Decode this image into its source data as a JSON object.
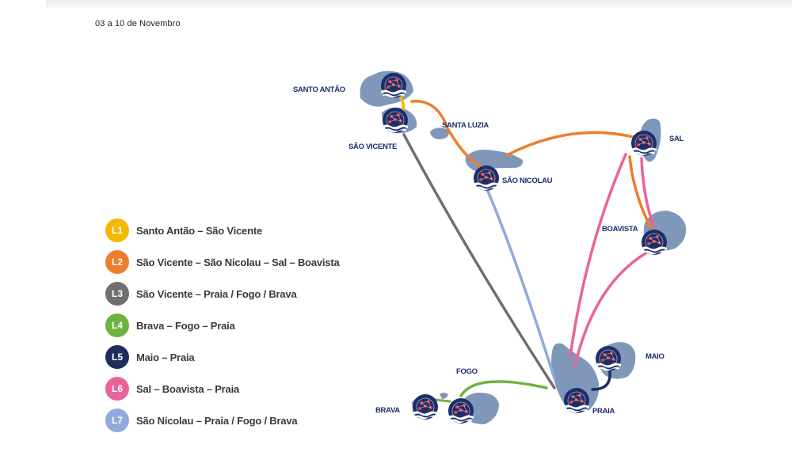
{
  "header": {
    "date_range": "03 a 10 de Novembro"
  },
  "colors": {
    "L1": "#f5b800",
    "L2": "#ec7e2d",
    "L3": "#6f6f6f",
    "L4": "#6db33f",
    "L5": "#1f2d5c",
    "L6": "#e9639a",
    "L7": "#8faadb",
    "island": "#7f97b9",
    "port_icon": "#1d2f6b"
  },
  "legend": [
    {
      "code": "L1",
      "route": "Santo Antão – São Vicente"
    },
    {
      "code": "L2",
      "route": "São Vicente – São Nicolau – Sal – Boavista"
    },
    {
      "code": "L3",
      "route": "São Vicente – Praia / Fogo / Brava"
    },
    {
      "code": "L4",
      "route": "Brava – Fogo – Praia"
    },
    {
      "code": "L5",
      "route": "Maio – Praia"
    },
    {
      "code": "L6",
      "route": "Sal – Boavista – Praia"
    },
    {
      "code": "L7",
      "route": "São Nicolau – Praia / Fogo / Brava"
    }
  ],
  "islands": {
    "santo_antao": "SANTO ANTÃO",
    "sao_vicente": "SÃO VICENTE",
    "santa_luzia": "SANTA LUZIA",
    "sao_nicolau": "SÃO NICOLAU",
    "sal": "SAL",
    "boavista": "BOAVISTA",
    "maio": "MAIO",
    "praia": "PRAIA",
    "fogo": "FOGO",
    "brava": "BRAVA"
  }
}
